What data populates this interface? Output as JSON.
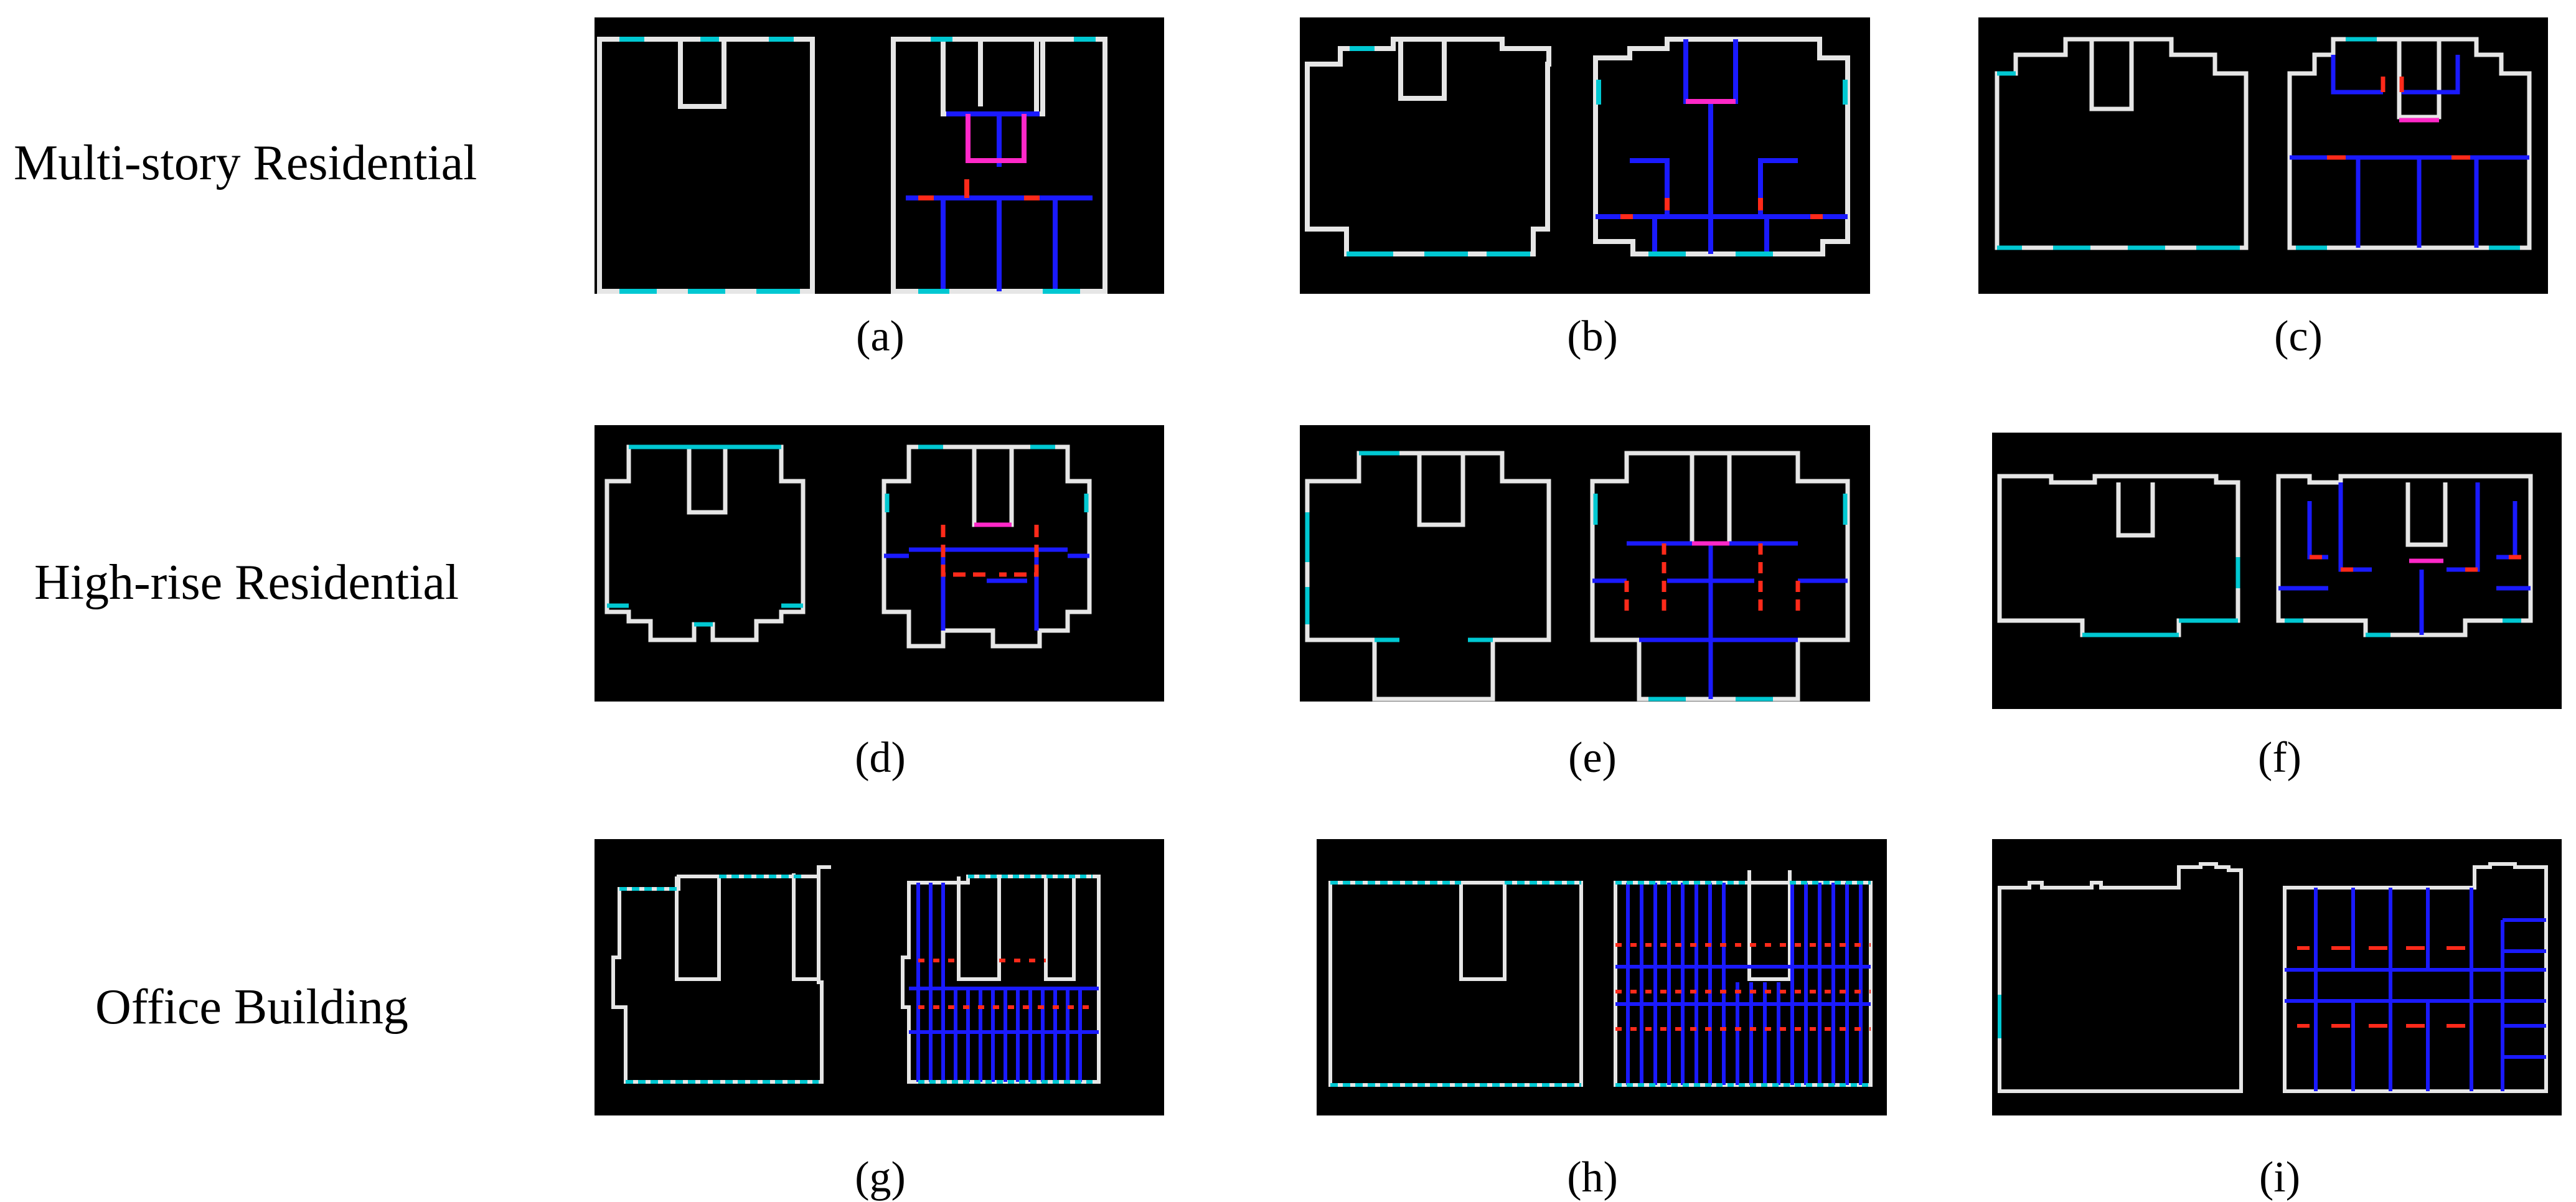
{
  "figure": {
    "row_labels": [
      "Multi-story Residential",
      "High-rise Residential",
      "Office Building"
    ],
    "panels": [
      {
        "caption": "(a)"
      },
      {
        "caption": "(b)"
      },
      {
        "caption": "(c)"
      },
      {
        "caption": "(d)"
      },
      {
        "caption": "(e)"
      },
      {
        "caption": "(f)"
      },
      {
        "caption": "(g)"
      },
      {
        "caption": "(h)"
      },
      {
        "caption": "(i)"
      }
    ],
    "colors": {
      "background": "#000000",
      "outline": "#e6e6e6",
      "window": "#00c8d2",
      "wall": "#1a1aff",
      "door": "#ff2a1a",
      "elevator": "#ff28c8"
    }
  }
}
